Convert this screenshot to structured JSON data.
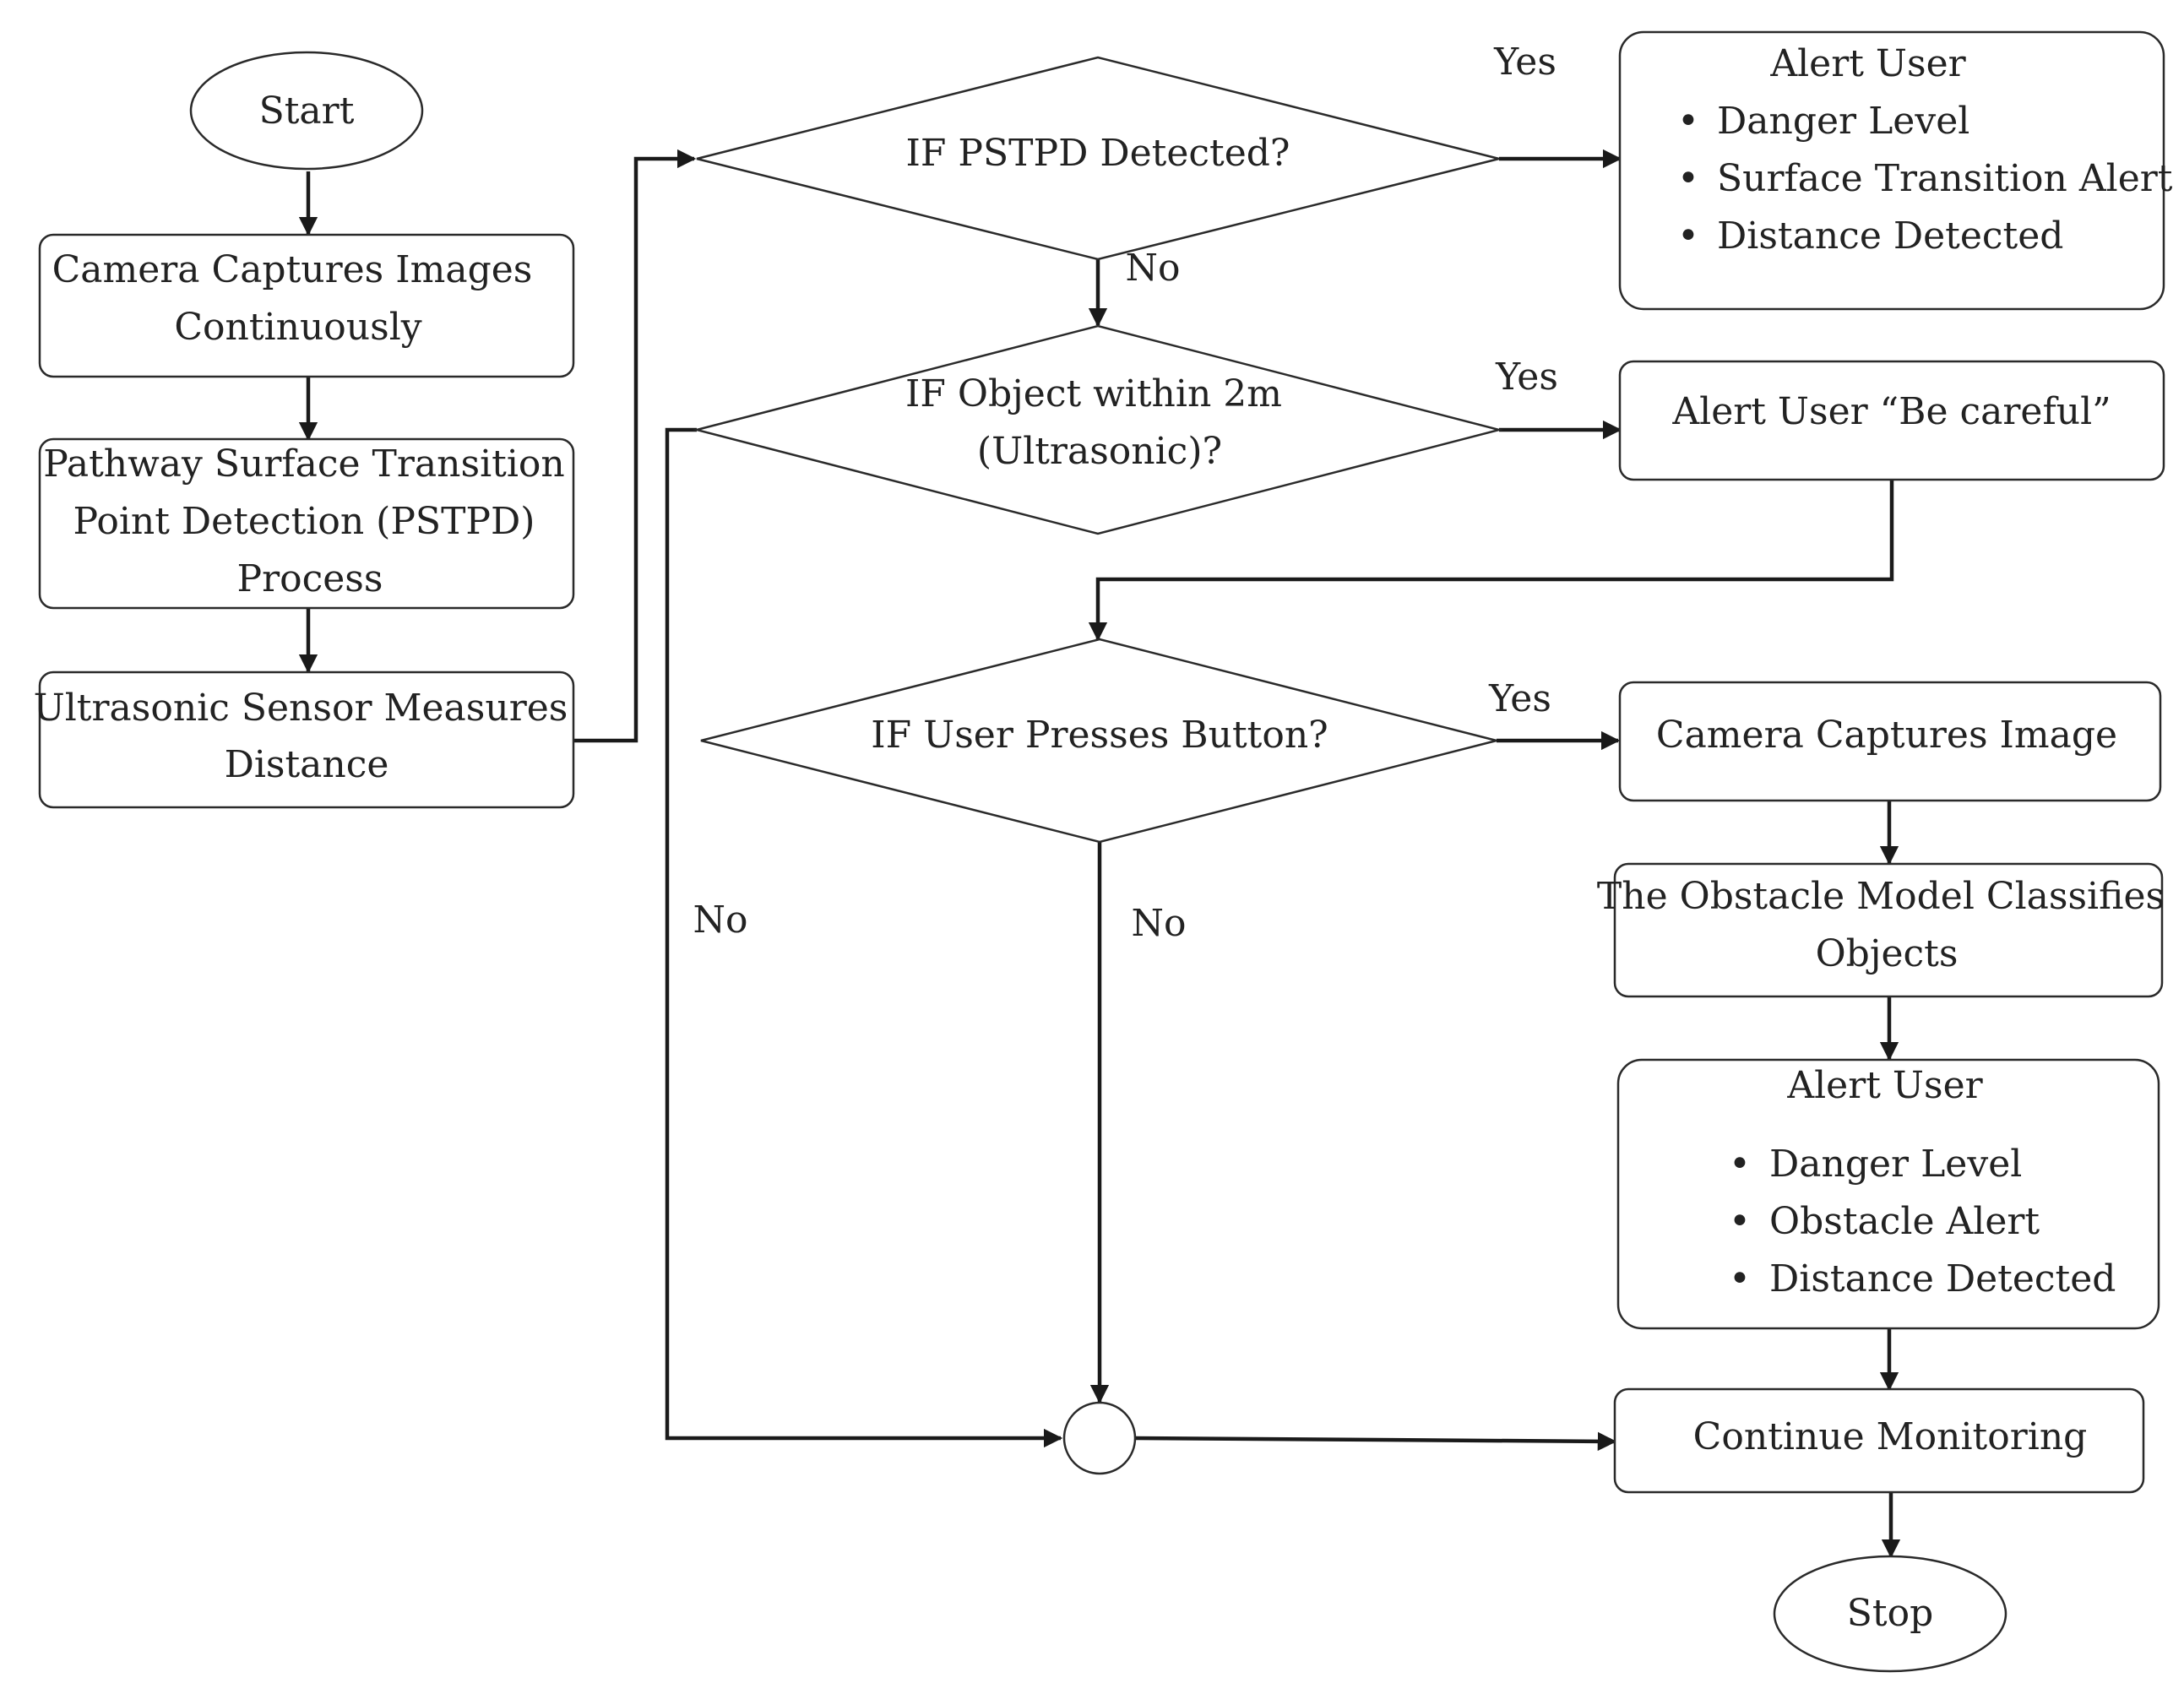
{
  "nodes": {
    "start": {
      "label": "Start"
    },
    "capture": {
      "lines": [
        "Camera Captures Images",
        "Continuously"
      ]
    },
    "pstpd": {
      "lines": [
        "Pathway Surface Transition",
        "Point Detection (PSTPD)",
        "Process"
      ]
    },
    "ultrasonic": {
      "lines": [
        "Ultrasonic Sensor Measures",
        "Distance"
      ]
    },
    "decision_pstpd": {
      "lines": [
        "IF PSTPD Detected?"
      ]
    },
    "alert_surface": {
      "title": "Alert User",
      "items": [
        "Danger Level",
        "Surface Transition Alert",
        "Distance Detected"
      ]
    },
    "decision_object": {
      "lines": [
        "IF Object within 2m",
        "(Ultrasonic)?"
      ]
    },
    "alert_careful": {
      "lines": [
        "Alert User “Be careful”"
      ]
    },
    "decision_button": {
      "lines": [
        "IF User Presses Button?"
      ]
    },
    "capture_image": {
      "lines": [
        "Camera Captures Image"
      ]
    },
    "classify": {
      "lines": [
        "The Obstacle Model Classifies",
        "Objects"
      ]
    },
    "alert_obstacle": {
      "title": "Alert User",
      "items": [
        "Danger Level",
        "Obstacle Alert",
        "Distance Detected"
      ]
    },
    "continue": {
      "lines": [
        "Continue Monitoring"
      ]
    },
    "stop": {
      "label": "Stop"
    }
  },
  "edge_labels": {
    "pstpd_yes": "Yes",
    "pstpd_no": "No",
    "object_yes": "Yes",
    "object_no": "No",
    "button_yes": "Yes",
    "button_no": "No"
  },
  "bullet": "•",
  "colors": {
    "stroke": "#1a1a1a",
    "text": "#222222",
    "fill": "#ffffff"
  }
}
